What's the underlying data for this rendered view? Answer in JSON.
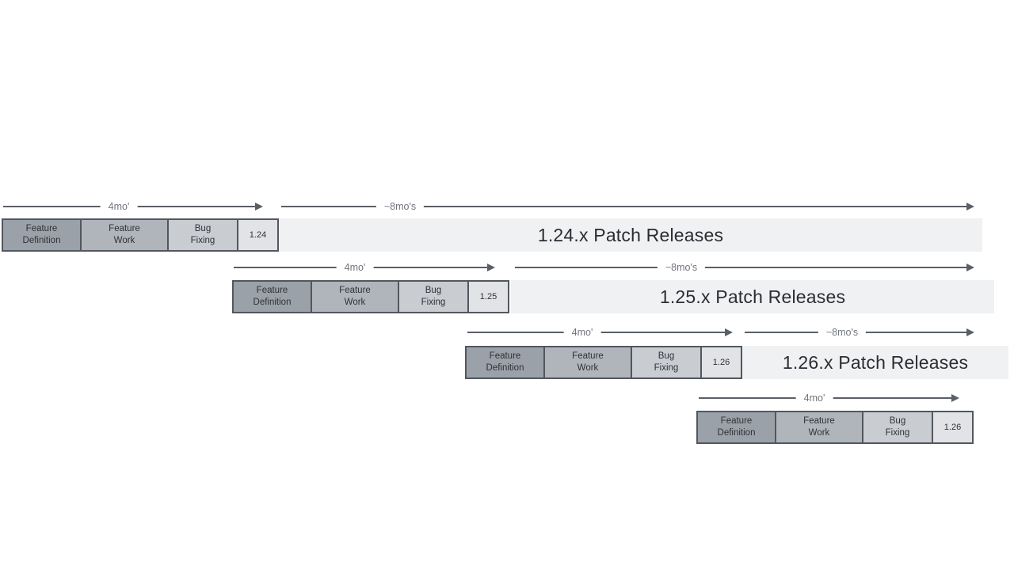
{
  "colors": {
    "feature_definition_fill": "#9aa1a8",
    "feature_work_fill": "#b0b5bc",
    "bug_fixing_fill": "#c9cdd2",
    "version_fill": "#e1e3e6",
    "patch_bar_fill": "#f0f1f3",
    "box_border": "#53575d",
    "box_text": "#2e3237",
    "patch_text": "#2a2d31",
    "arrow": "#5a5f66",
    "duration_text": "#70757c"
  },
  "rows": [
    {
      "version": "1.24",
      "phases": [
        "Feature\nDefinition",
        "Feature\nWork",
        "Bug\nFixing"
      ],
      "dev_duration": "4mo'",
      "patch_duration": "~8mo's",
      "patch_release": "1.24.x Patch Releases"
    },
    {
      "version": "1.25",
      "phases": [
        "Feature\nDefinition",
        "Feature\nWork",
        "Bug\nFixing"
      ],
      "dev_duration": "4mo'",
      "patch_duration": "~8mo's",
      "patch_release": "1.25.x Patch Releases"
    },
    {
      "version": "1.26",
      "phases": [
        "Feature\nDefinition",
        "Feature\nWork",
        "Bug\nFixing"
      ],
      "dev_duration": "4mo'",
      "patch_duration": "~8mo's",
      "patch_release": "1.26.x Patch Releases"
    },
    {
      "version": "1.26",
      "phases": [
        "Feature\nDefinition",
        "Feature\nWork",
        "Bug\nFixing"
      ],
      "dev_duration": "4mo'"
    }
  ]
}
